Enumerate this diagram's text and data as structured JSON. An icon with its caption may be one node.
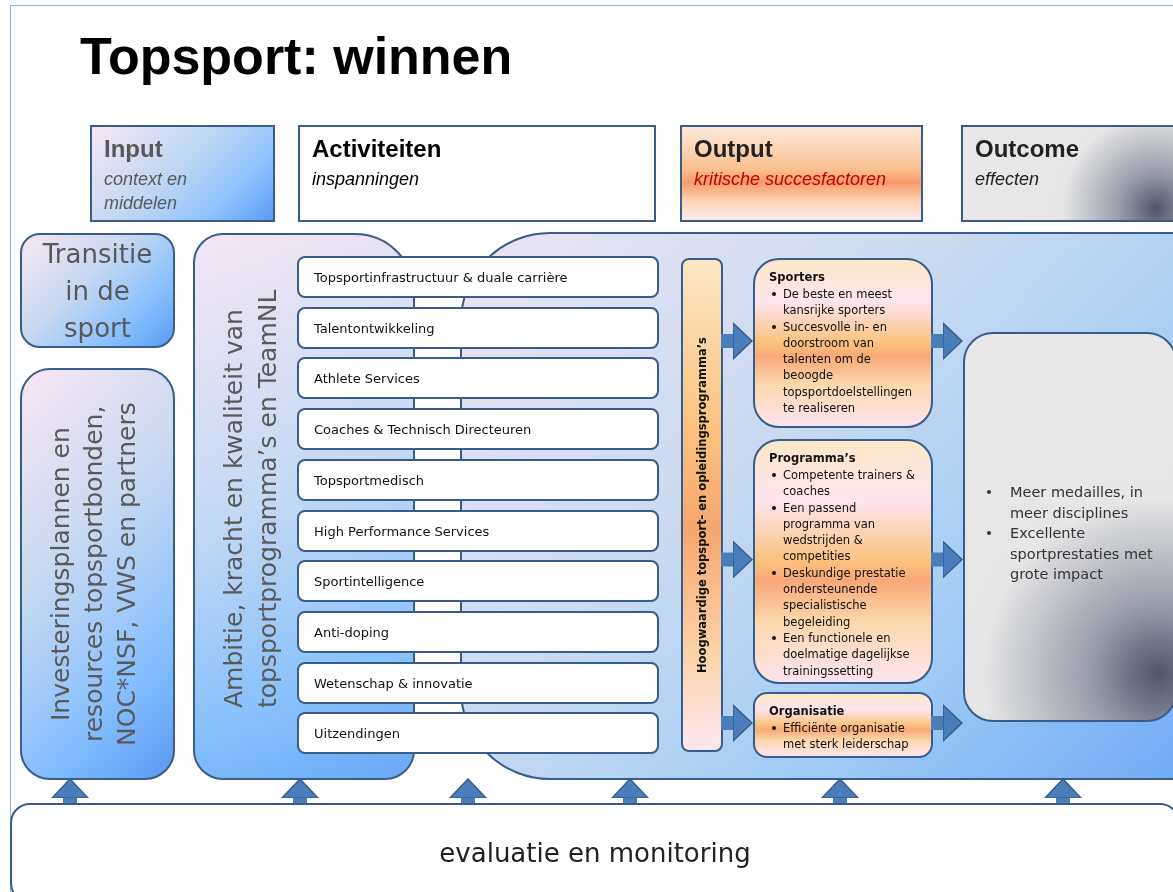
{
  "diagram": {
    "title": "Topsport: winnen",
    "nodes": [
      {
        "text": [
          "Input",
          "context en middelen"
        ]
      },
      {
        "text": [
          "Activiteiten",
          "inspanningen"
        ]
      },
      {
        "text": [
          "Output",
          "kritische succesfactoren"
        ]
      },
      {
        "text": [
          "Outcome",
          "effecten"
        ]
      },
      {
        "text": [
          "Transitie in de sport"
        ]
      },
      {
        "text": [
          "Investeringsplannen en resources topsportbonden, NOC*NSF, VWS en partners"
        ]
      },
      {
        "text": [
          "Ambitie, kracht en kwaliteit van topsportprogramma’s en TeamNL"
        ]
      },
      {
        "text": [],
        "shape": "box"
      },
      {
        "text": [
          "Topsportinfrastructuur & duale carrière"
        ]
      },
      {
        "text": [
          "Talentontwikkeling"
        ]
      },
      {
        "text": [
          "Athlete Services"
        ]
      },
      {
        "text": [
          "Coaches & Technisch Directeuren"
        ]
      },
      {
        "text": [
          "Topsportmedisch"
        ]
      },
      {
        "text": [
          "High Performance Services"
        ]
      },
      {
        "text": [
          "Sportintelligence"
        ]
      },
      {
        "text": [
          "Anti-doping"
        ]
      },
      {
        "text": [
          "Wetenschap & innovatie"
        ]
      },
      {
        "text": [
          "Uitzendingen"
        ]
      },
      {
        "text": [
          "Hoogwaardige topsport- en opleidingsprogramma’s"
        ],
        "in": 7
      },
      {
        "text": [
          "Sporters",
          "De beste en meest kansrijke sporters",
          "Succesvolle in- en doorstroom van talenten om de beoogde topsportdoelstellingen te realiseren"
        ],
        "in": 7
      },
      {
        "text": [
          "Programma’s",
          "Competente trainers & coaches",
          "Een passend programma van wedstrijden & competities",
          "Deskundige prestatie ondersteunende specialistische begeleiding",
          "Een functionele en doelmatige dagelijkse trainingssetting"
        ],
        "in": 7
      },
      {
        "text": [
          "Organisatie",
          "Efficiënte organisatie met sterk leiderschap"
        ],
        "in": 7
      },
      {
        "text": [
          "Meer medailles, in meer disciplines",
          "Excellente sportprestaties met grote impact"
        ],
        "in": 7
      },
      {
        "text": [
          "evaluatie en monitoring"
        ]
      }
    ],
    "edges": [
      {
        "from": 18,
        "to": 19,
        "arrow": "to"
      },
      {
        "from": 18,
        "to": 20,
        "arrow": "to"
      },
      {
        "from": 18,
        "to": 21,
        "arrow": "to"
      },
      {
        "from": 19,
        "to": 22,
        "arrow": "to"
      },
      {
        "from": 20,
        "to": 22,
        "arrow": "to"
      },
      {
        "from": 21,
        "to": 22,
        "arrow": "to"
      },
      {
        "from": 23,
        "to": 5,
        "arrow": "to"
      },
      {
        "from": 23,
        "to": 6,
        "arrow": "to"
      },
      {
        "from": 23,
        "to": 7,
        "arrow": "to"
      },
      {
        "from": 23,
        "to": 7,
        "arrow": "to"
      },
      {
        "from": 23,
        "to": 7,
        "arrow": "to"
      },
      {
        "from": 23,
        "to": 7,
        "arrow": "to"
      }
    ]
  }
}
